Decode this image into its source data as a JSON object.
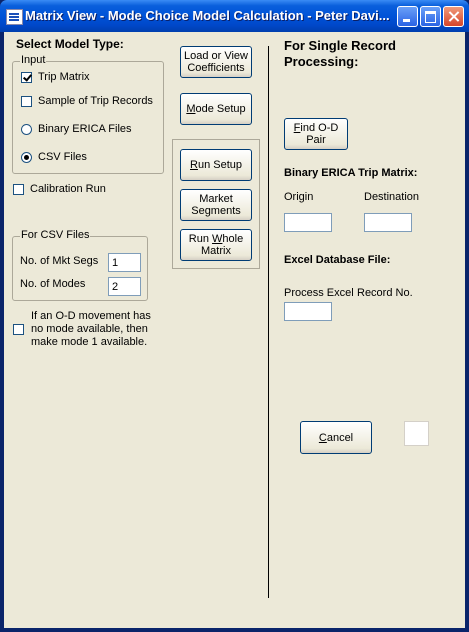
{
  "window": {
    "title": "Matrix View - Mode Choice Model Calculation - Peter Davi..."
  },
  "left": {
    "heading": "Select Model Type:",
    "input_group": {
      "legend": "Input",
      "options": [
        {
          "label": "Trip Matrix",
          "kind": "checkbox",
          "checked": true
        },
        {
          "label": "Sample of Trip Records",
          "kind": "checkbox",
          "checked": false
        },
        {
          "label": "Binary ERICA Files",
          "kind": "radio",
          "checked": false
        },
        {
          "label": "CSV Files",
          "kind": "radio",
          "checked": true
        }
      ]
    },
    "calibration_run": "Calibration Run",
    "csv_group": {
      "legend": "For CSV Files",
      "mkt_segs_label": "No. of Mkt Segs",
      "mkt_segs_value": "1",
      "modes_label": "No. of Modes",
      "modes_value": "2"
    },
    "od_option": {
      "line1": "If an O-D movement has",
      "line2": "no mode available, then",
      "line3": "make mode 1 available."
    }
  },
  "middle": {
    "load_view": {
      "line1": "Load or View",
      "line2": "Coefficients"
    },
    "mode_setup": {
      "pre": "",
      "ul": "M",
      "post": "ode Setup"
    },
    "run_setup": {
      "pre": "",
      "ul": "R",
      "post": "un Setup"
    },
    "market_segments": {
      "line1": "Market",
      "line2": "Segments"
    },
    "run_whole": {
      "line1_pre": "Run ",
      "line1_ul": "W",
      "line1_post": "hole",
      "line2": "Matrix"
    }
  },
  "right": {
    "heading_line1": "For Single Record",
    "heading_line2": "Processing:",
    "find_od": {
      "line1_pre": "",
      "line1_ul": "F",
      "line1_post": "ind O-D",
      "line2": "Pair"
    },
    "binary_heading": "Binary ERICA Trip Matrix:",
    "origin_label": "Origin",
    "destination_label": "Destination",
    "excel_heading": "Excel Database File:",
    "process_excel_label": "Process Excel",
    "record_no_label": "Record No.",
    "cancel": {
      "pre": "",
      "ul": "C",
      "post": "ancel"
    }
  }
}
